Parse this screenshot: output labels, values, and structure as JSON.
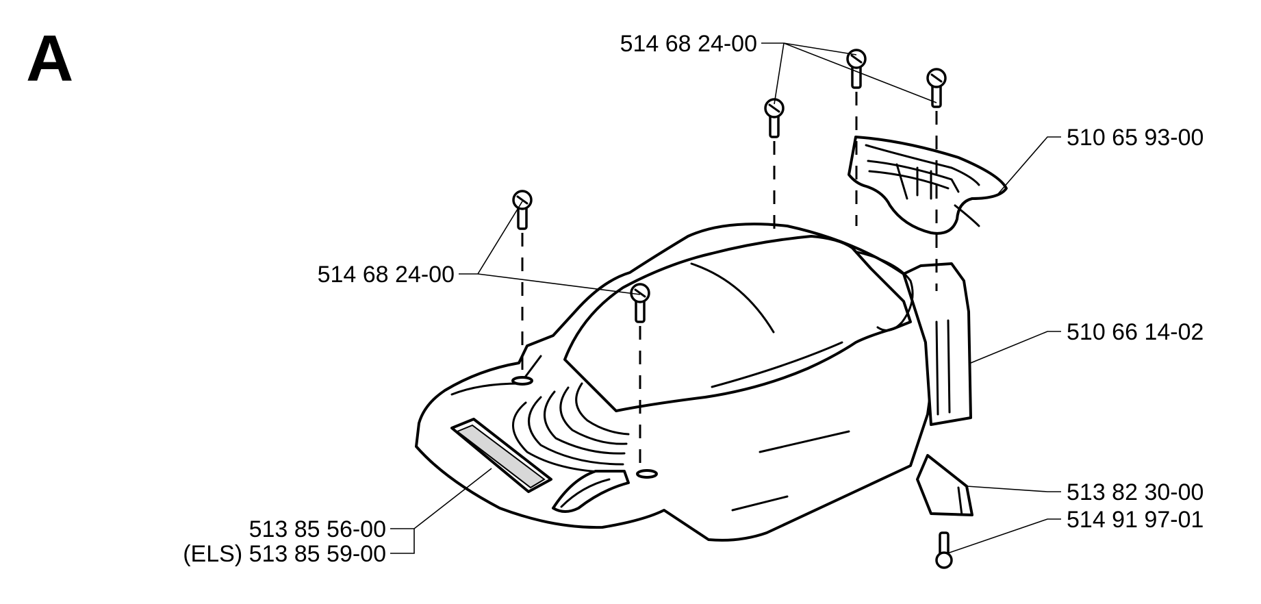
{
  "section_letter": "A",
  "callouts": {
    "screws_top": "514 68 24-00",
    "screws_left": "514 68 24-00",
    "grille": "510 65 93-00",
    "cover": "510 66 14-02",
    "strip": "513 82 30-00",
    "screw_bottom": "514 91 97-01",
    "decal": "513 85 56-00",
    "decal_els": "(ELS) 513 85 59-00"
  }
}
